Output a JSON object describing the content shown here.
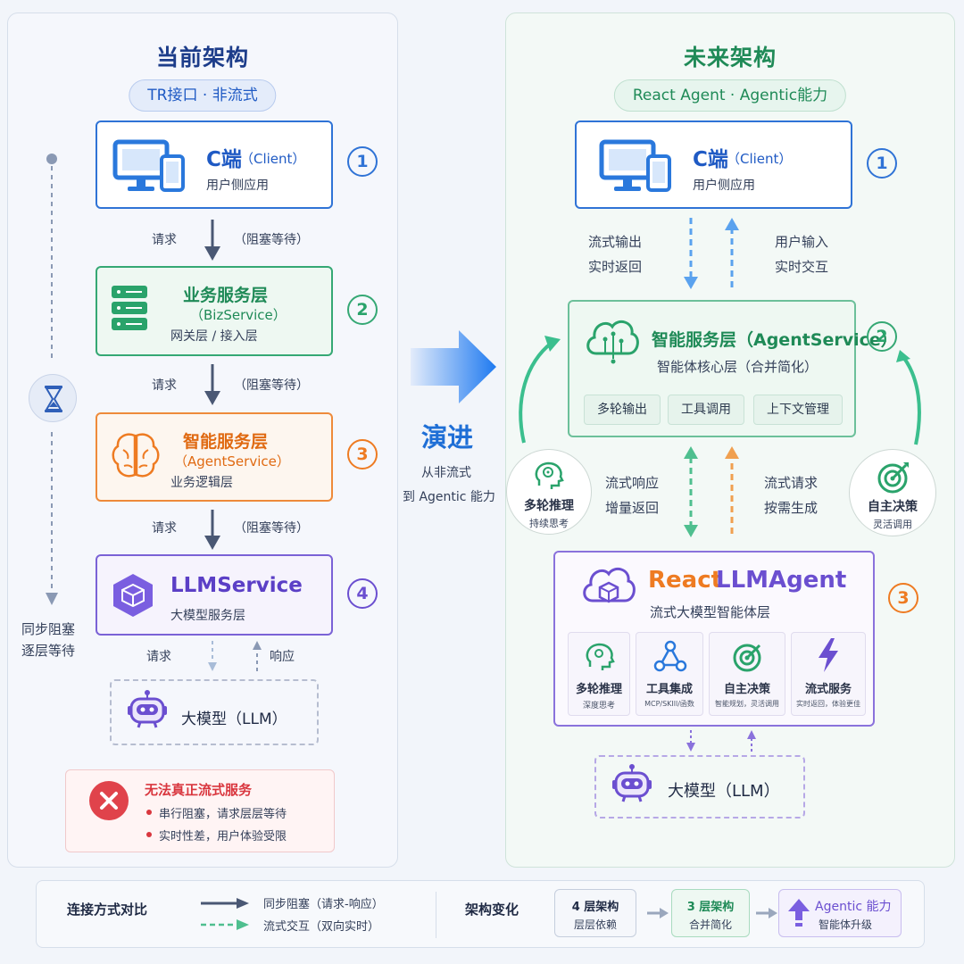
{
  "left": {
    "title": "当前架构",
    "pill": "TR接口 · 非流式",
    "client": {
      "title": "C端",
      "paren": "（Client）",
      "sub": "用户侧应用",
      "num": "1"
    },
    "biz": {
      "title": "业务服务层",
      "paren": "（BizService）",
      "sub": "网关层 / 接入层",
      "num": "2"
    },
    "agent": {
      "title": "智能服务层",
      "paren": "（AgentService）",
      "sub": "业务逻辑层",
      "num": "3"
    },
    "llmsvc": {
      "title": "LLMService",
      "sub": "大模型服务层",
      "num": "4"
    },
    "req1": {
      "left": "请求",
      "right": "（阻塞等待）"
    },
    "req2": {
      "left": "请求",
      "right": "（阻塞等待）"
    },
    "req3": {
      "left": "请求",
      "right": "（阻塞等待）"
    },
    "req4": "请求",
    "resp4": "响应",
    "llm": "大模型（LLM）",
    "sync_label": [
      "同步阻塞",
      "逐层等待"
    ],
    "warn": {
      "title": "无法真正流式服务",
      "items": [
        "串行阻塞，请求层层等待",
        "实时性差，用户体验受限"
      ]
    }
  },
  "middle": {
    "title": "演进",
    "sub": [
      "从非流式",
      "到 Agentic 能力"
    ]
  },
  "right": {
    "title": "未来架构",
    "pill": "React Agent · Agentic能力",
    "client": {
      "title": "C端",
      "paren": "（Client）",
      "sub": "用户侧应用",
      "num": "1"
    },
    "flow_out": [
      "流式输出",
      "实时返回"
    ],
    "user_in": [
      "用户输入",
      "实时交互"
    ],
    "agent": {
      "title": "智能服务层（AgentService）",
      "sub": "智能体核心层（合并简化）",
      "num": "2",
      "chips": [
        "多轮输出",
        "工具调用",
        "上下文管理"
      ]
    },
    "multi": {
      "title": "多轮推理",
      "sub": "持续思考"
    },
    "decide": {
      "title": "自主决策",
      "sub": "灵活调用"
    },
    "flow_resp": [
      "流式响应",
      "增量返回"
    ],
    "flow_req": [
      "流式请求",
      "按需生成"
    ],
    "react": {
      "title_a": "React",
      "title_b": "LLMAgent",
      "sub": "流式大模型智能体层",
      "num": "3",
      "cards": [
        {
          "title": "多轮推理",
          "sub": "深度思考"
        },
        {
          "title": "工具集成",
          "sub": "MCP/SKIll/函数"
        },
        {
          "title": "自主决策",
          "sub": "智能规划，灵活调用"
        },
        {
          "title": "流式服务",
          "sub": "实时返回，体验更佳"
        }
      ]
    },
    "llm": "大模型（LLM）"
  },
  "legend": {
    "title": "连接方式对比",
    "sync": "同步阻塞（请求-响应）",
    "stream": "流式交互（双向实时）",
    "change_title": "架构变化",
    "steps": [
      {
        "title": "4 层架构",
        "sub": "层层依赖"
      },
      {
        "title": "3 层架构",
        "sub": "合并简化"
      },
      {
        "title": "Agentic 能力",
        "sub": "智能体升级"
      }
    ]
  },
  "colors": {
    "blue": "#1f6fd6",
    "green": "#2aa36b",
    "orange": "#ee7b22",
    "purple": "#6b4fd0",
    "red": "#d9363e",
    "slate": "#4a5874"
  }
}
